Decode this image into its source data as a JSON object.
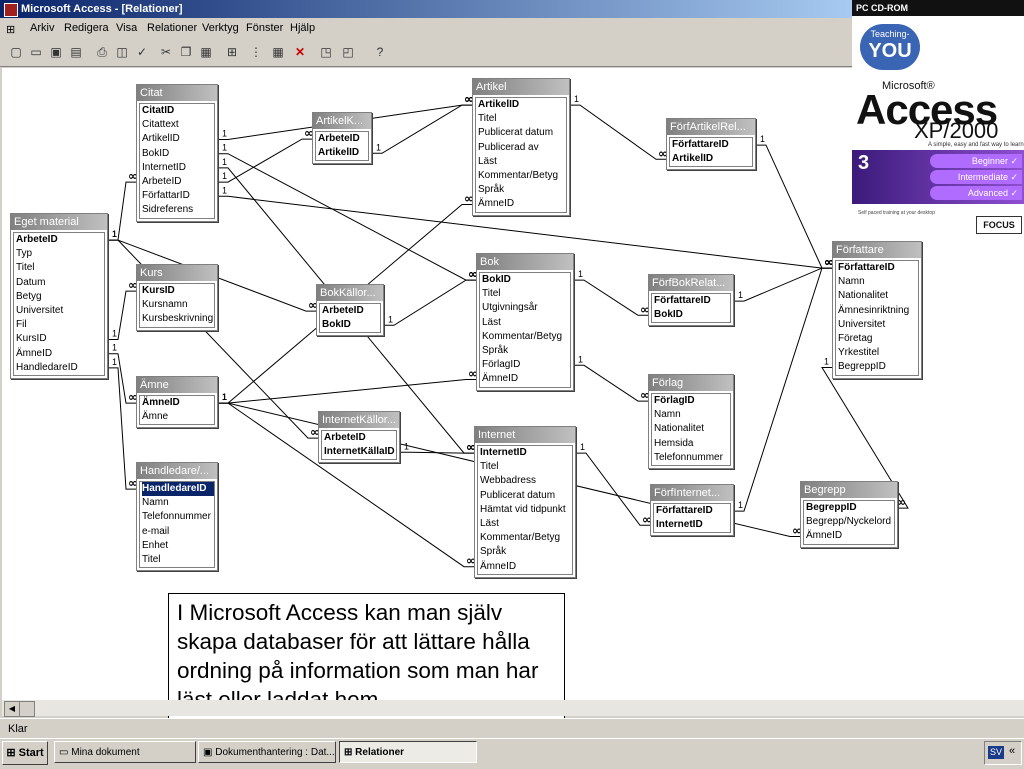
{
  "window": {
    "title": "Microsoft Access - [Relationer]"
  },
  "menu": {
    "window_icon": "relationships-icon",
    "items": [
      "Arkiv",
      "Redigera",
      "Visa",
      "Relationer",
      "Verktyg",
      "Fönster",
      "Hjälp"
    ]
  },
  "toolbar": {
    "buttons": [
      "new-icon",
      "open-icon",
      "save-icon",
      "save-as-icon",
      "print-icon",
      "print-preview-icon",
      "spelling-icon",
      "cut-icon",
      "copy-icon",
      "paste-icon",
      "show-table-icon",
      "show-direct-icon",
      "show-all-icon",
      "delete-icon",
      "new-object-icon",
      "office-links-icon",
      "help-icon"
    ]
  },
  "tables": [
    {
      "id": "citat",
      "name": "Citat",
      "fields": [
        "CitatID",
        "Citattext",
        "ArtikelID",
        "BokID",
        "InternetID",
        "ArbeteID",
        "FörfattarID",
        "Sidreferens"
      ],
      "keys": [
        0
      ]
    },
    {
      "id": "artikelk",
      "name": "ArtikelK...",
      "fields": [
        "ArbeteID",
        "ArtikelID"
      ],
      "keys": [
        0,
        1
      ]
    },
    {
      "id": "artikel",
      "name": "Artikel",
      "fields": [
        "ArtikelID",
        "Titel",
        "Publicerat datum",
        "Publicerad av",
        "Läst",
        "Kommentar/Betyg",
        "Språk",
        "ÄmneID"
      ],
      "keys": [
        0
      ]
    },
    {
      "id": "forfartikel",
      "name": "FörfArtikelRel...",
      "fields": [
        "FörfattareID",
        "ArtikelID"
      ],
      "keys": [
        0,
        1
      ]
    },
    {
      "id": "eget",
      "name": "Eget material",
      "fields": [
        "ArbeteID",
        "Typ",
        "Titel",
        "Datum",
        "Betyg",
        "Universitet",
        "Fil",
        "KursID",
        "ÄmneID",
        "HandledareID"
      ],
      "keys": [
        0
      ]
    },
    {
      "id": "kurs",
      "name": "Kurs",
      "fields": [
        "KursID",
        "Kursnamn",
        "Kursbeskrivning"
      ],
      "keys": [
        0
      ]
    },
    {
      "id": "bokkallor",
      "name": "BokKällor...",
      "fields": [
        "ArbeteID",
        "BokID"
      ],
      "keys": [
        0,
        1
      ]
    },
    {
      "id": "bok",
      "name": "Bok",
      "fields": [
        "BokID",
        "Titel",
        "Utgivningsår",
        "Läst",
        "Kommentar/Betyg",
        "Språk",
        "FörlagID",
        "ÄmneID"
      ],
      "keys": [
        0
      ]
    },
    {
      "id": "forfbok",
      "name": "FörfBokRelat...",
      "fields": [
        "FörfattareID",
        "BokID"
      ],
      "keys": [
        0,
        1
      ]
    },
    {
      "id": "forfattare",
      "name": "Författare",
      "fields": [
        "FörfattareID",
        "Namn",
        "Nationalitet",
        "Ämnesinriktning",
        "Universitet",
        "Företag",
        "Yrkestitel",
        "BegreppID"
      ],
      "keys": [
        0
      ]
    },
    {
      "id": "amne",
      "name": "Ämne",
      "fields": [
        "ÄmneID",
        "Ämne"
      ],
      "keys": [
        0
      ]
    },
    {
      "id": "forlag",
      "name": "Förlag",
      "fields": [
        "FörlagID",
        "Namn",
        "Nationalitet",
        "Hemsida",
        "Telefonnummer"
      ],
      "keys": [
        0
      ]
    },
    {
      "id": "internetkallor",
      "name": "InternetKällor...",
      "fields": [
        "ArbeteID",
        "InternetKällaID"
      ],
      "keys": [
        0,
        1
      ]
    },
    {
      "id": "internet",
      "name": "Internet",
      "fields": [
        "InternetID",
        "Titel",
        "Webbadress",
        "Publicerat datum",
        "Hämtat vid tidpunkt",
        "Läst",
        "Kommentar/Betyg",
        "Språk",
        "ÄmneID"
      ],
      "keys": [
        0
      ]
    },
    {
      "id": "handledare",
      "name": "Handledare/...",
      "fields": [
        "HandledareID",
        "Namn",
        "Telefonnummer",
        "e-mail",
        "Enhet",
        "Titel"
      ],
      "keys": [
        0
      ],
      "selected": 0
    },
    {
      "id": "forfinternet",
      "name": "FörfInternet...",
      "fields": [
        "FörfattareID",
        "InternetID"
      ],
      "keys": [
        0,
        1
      ]
    },
    {
      "id": "begrepp",
      "name": "Begrepp",
      "fields": [
        "BegreppID",
        "Begrepp/Nyckelord",
        "ÄmneID"
      ],
      "keys": [
        0
      ]
    }
  ],
  "relations": {
    "one_label": "1",
    "many_label": "∞"
  },
  "caption": {
    "text": "I Microsoft Access kan man själv skapa databaser för att lättare hålla ordning på information som man har läst eller laddat hem."
  },
  "promo": {
    "topbar": "PC CD-ROM",
    "badge_top": "Teaching-",
    "badge_main": "YOU",
    "microsoft": "Microsoft®",
    "product": "Access",
    "version": "XP/2000",
    "tagline": "A simple, easy and fast way to learn",
    "level_number": "3",
    "levels": [
      "Beginner ✓",
      "Intermediate ✓",
      "Advanced ✓"
    ],
    "fine_print": "Self paced training at your desktop",
    "publisher": "FOCUS"
  },
  "status": {
    "text": "Klar"
  },
  "taskbar": {
    "start": "Start",
    "tasks": [
      "Mina dokument",
      "Dokumenthantering : Dat...",
      "Relationer"
    ],
    "language": "SV",
    "chevron": "«"
  }
}
